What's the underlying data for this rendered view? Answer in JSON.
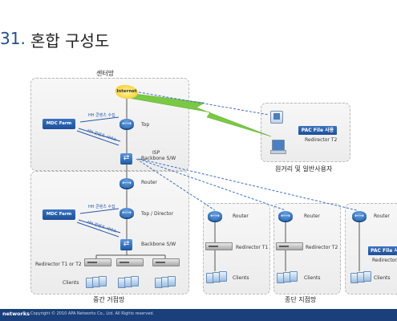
{
  "page": {
    "title_number": "31.",
    "title": "혼합 구성도"
  },
  "areas": {
    "center": "센터망",
    "middle": "중간 거점망",
    "terminal": "종단 지점망",
    "remote": "원거리 및 일반사용자"
  },
  "center": {
    "internet": "Internet",
    "mdc_farm": "MDC Farm",
    "top": "Top",
    "isp_backbone_line1": "ISP",
    "isp_backbone_line2": "Backbone S/W",
    "flow_collect": "HH 콘텐츠 수집",
    "flow_service": "HH 콘텐츠 서비스"
  },
  "middle": {
    "router": "Router",
    "mdc_farm": "MDC Farm",
    "top_director": "Top / Director",
    "backbone_sw": "Backbone S/W",
    "redirector": "Redirector T1 or T2",
    "clients": "Clients",
    "flow_collect": "HH 콘텐츠 수집",
    "flow_service": "HH 콘텐츠 서비스"
  },
  "remote": {
    "pac_file": "PAC File 사용",
    "redirector": "Redirector T2"
  },
  "branch1": {
    "router": "Router",
    "redirector": "Redirector T1",
    "clients": "Clients"
  },
  "branch2": {
    "router": "Router",
    "redirector": "Redirector T2",
    "clients": "Clients"
  },
  "branch3": {
    "router": "Router",
    "pac_file": "PAC File 사",
    "redirector": "Redirector",
    "clients": "Clients"
  },
  "footer": {
    "brand": "networks",
    "copyright": "Copyright © 2010 APA Networks Co., Ltd. All Rights reserved."
  },
  "colors": {
    "title_accent": "#1e4f8c",
    "device_blue": "#1f5ea8",
    "bolt_green": "#7ac943",
    "dashed_link": "#3d6fc4",
    "footer": "#1a3f7a"
  }
}
